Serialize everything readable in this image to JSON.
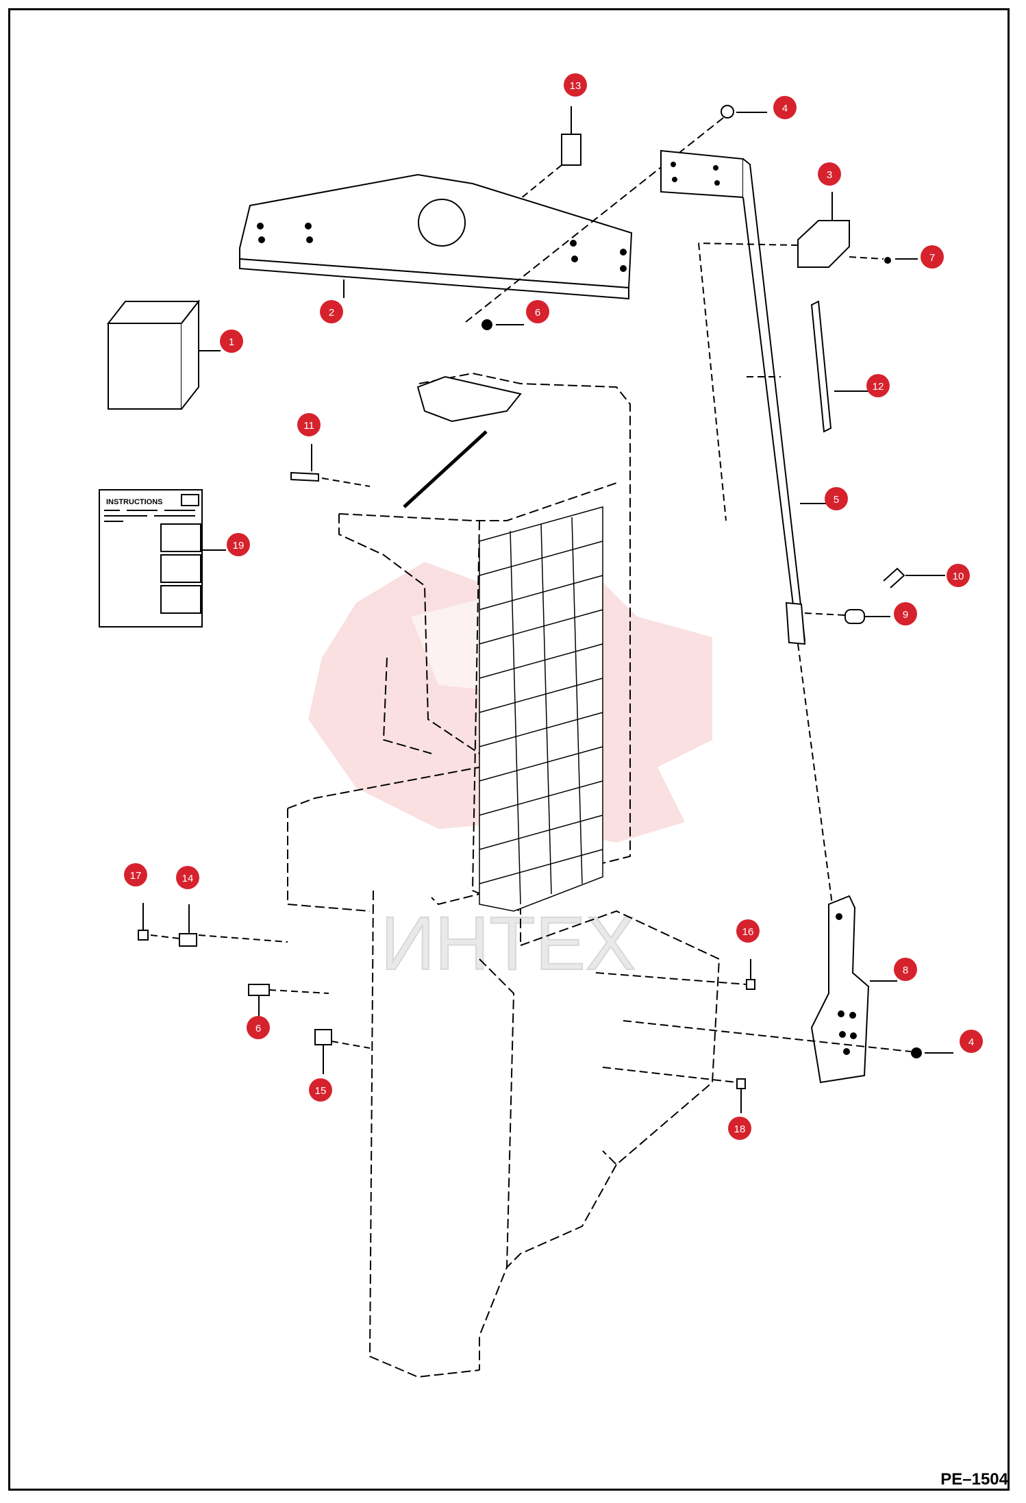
{
  "sheet": {
    "drawing_code": "PE–1504",
    "instruction_card_title": "INSTRUCTIONS",
    "watermark_text": "ИНТЕХ"
  },
  "colors": {
    "callout_fill": "#d6222d",
    "callout_text": "#ffffff",
    "line": "#000000",
    "watermark": "#f5c6c6"
  },
  "callouts": [
    {
      "num": "1"
    },
    {
      "num": "2"
    },
    {
      "num": "3"
    },
    {
      "num": "4"
    },
    {
      "num": "4"
    },
    {
      "num": "5"
    },
    {
      "num": "6"
    },
    {
      "num": "6"
    },
    {
      "num": "7"
    },
    {
      "num": "8"
    },
    {
      "num": "9"
    },
    {
      "num": "10"
    },
    {
      "num": "11"
    },
    {
      "num": "12"
    },
    {
      "num": "13"
    },
    {
      "num": "14"
    },
    {
      "num": "15"
    },
    {
      "num": "16"
    },
    {
      "num": "17"
    },
    {
      "num": "18"
    },
    {
      "num": "19"
    }
  ]
}
